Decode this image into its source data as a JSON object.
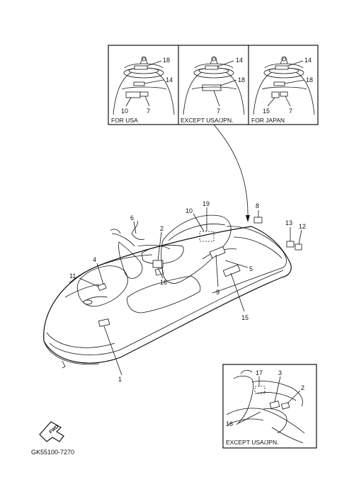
{
  "insets": [
    {
      "caption": "FOR USA",
      "labels": {
        "a": "18",
        "b": "14",
        "c": "10",
        "d": "7"
      }
    },
    {
      "caption": "EXCEPT USA/JPN.",
      "labels": {
        "a": "14",
        "b": "18",
        "d": "7"
      }
    },
    {
      "caption": "FOR JAPAN",
      "labels": {
        "a": "14",
        "b": "18",
        "c": "15",
        "d": "7"
      }
    }
  ],
  "main_callouts": {
    "c1": "1",
    "c2": "2",
    "c4": "4",
    "c5": "5",
    "c6": "6",
    "c8": "8",
    "c9": "9",
    "c10": "10",
    "c11": "11",
    "c12": "12",
    "c13": "13",
    "c15": "15",
    "c16": "16",
    "c19": "19"
  },
  "detail_inset": {
    "caption": "EXCEPT USA/JPN.",
    "labels": {
      "c17": "17",
      "c3": "3",
      "c2": "2",
      "c16": "16"
    }
  },
  "fwd_badge": "FWD",
  "diagram_code": "GK55100-7270"
}
